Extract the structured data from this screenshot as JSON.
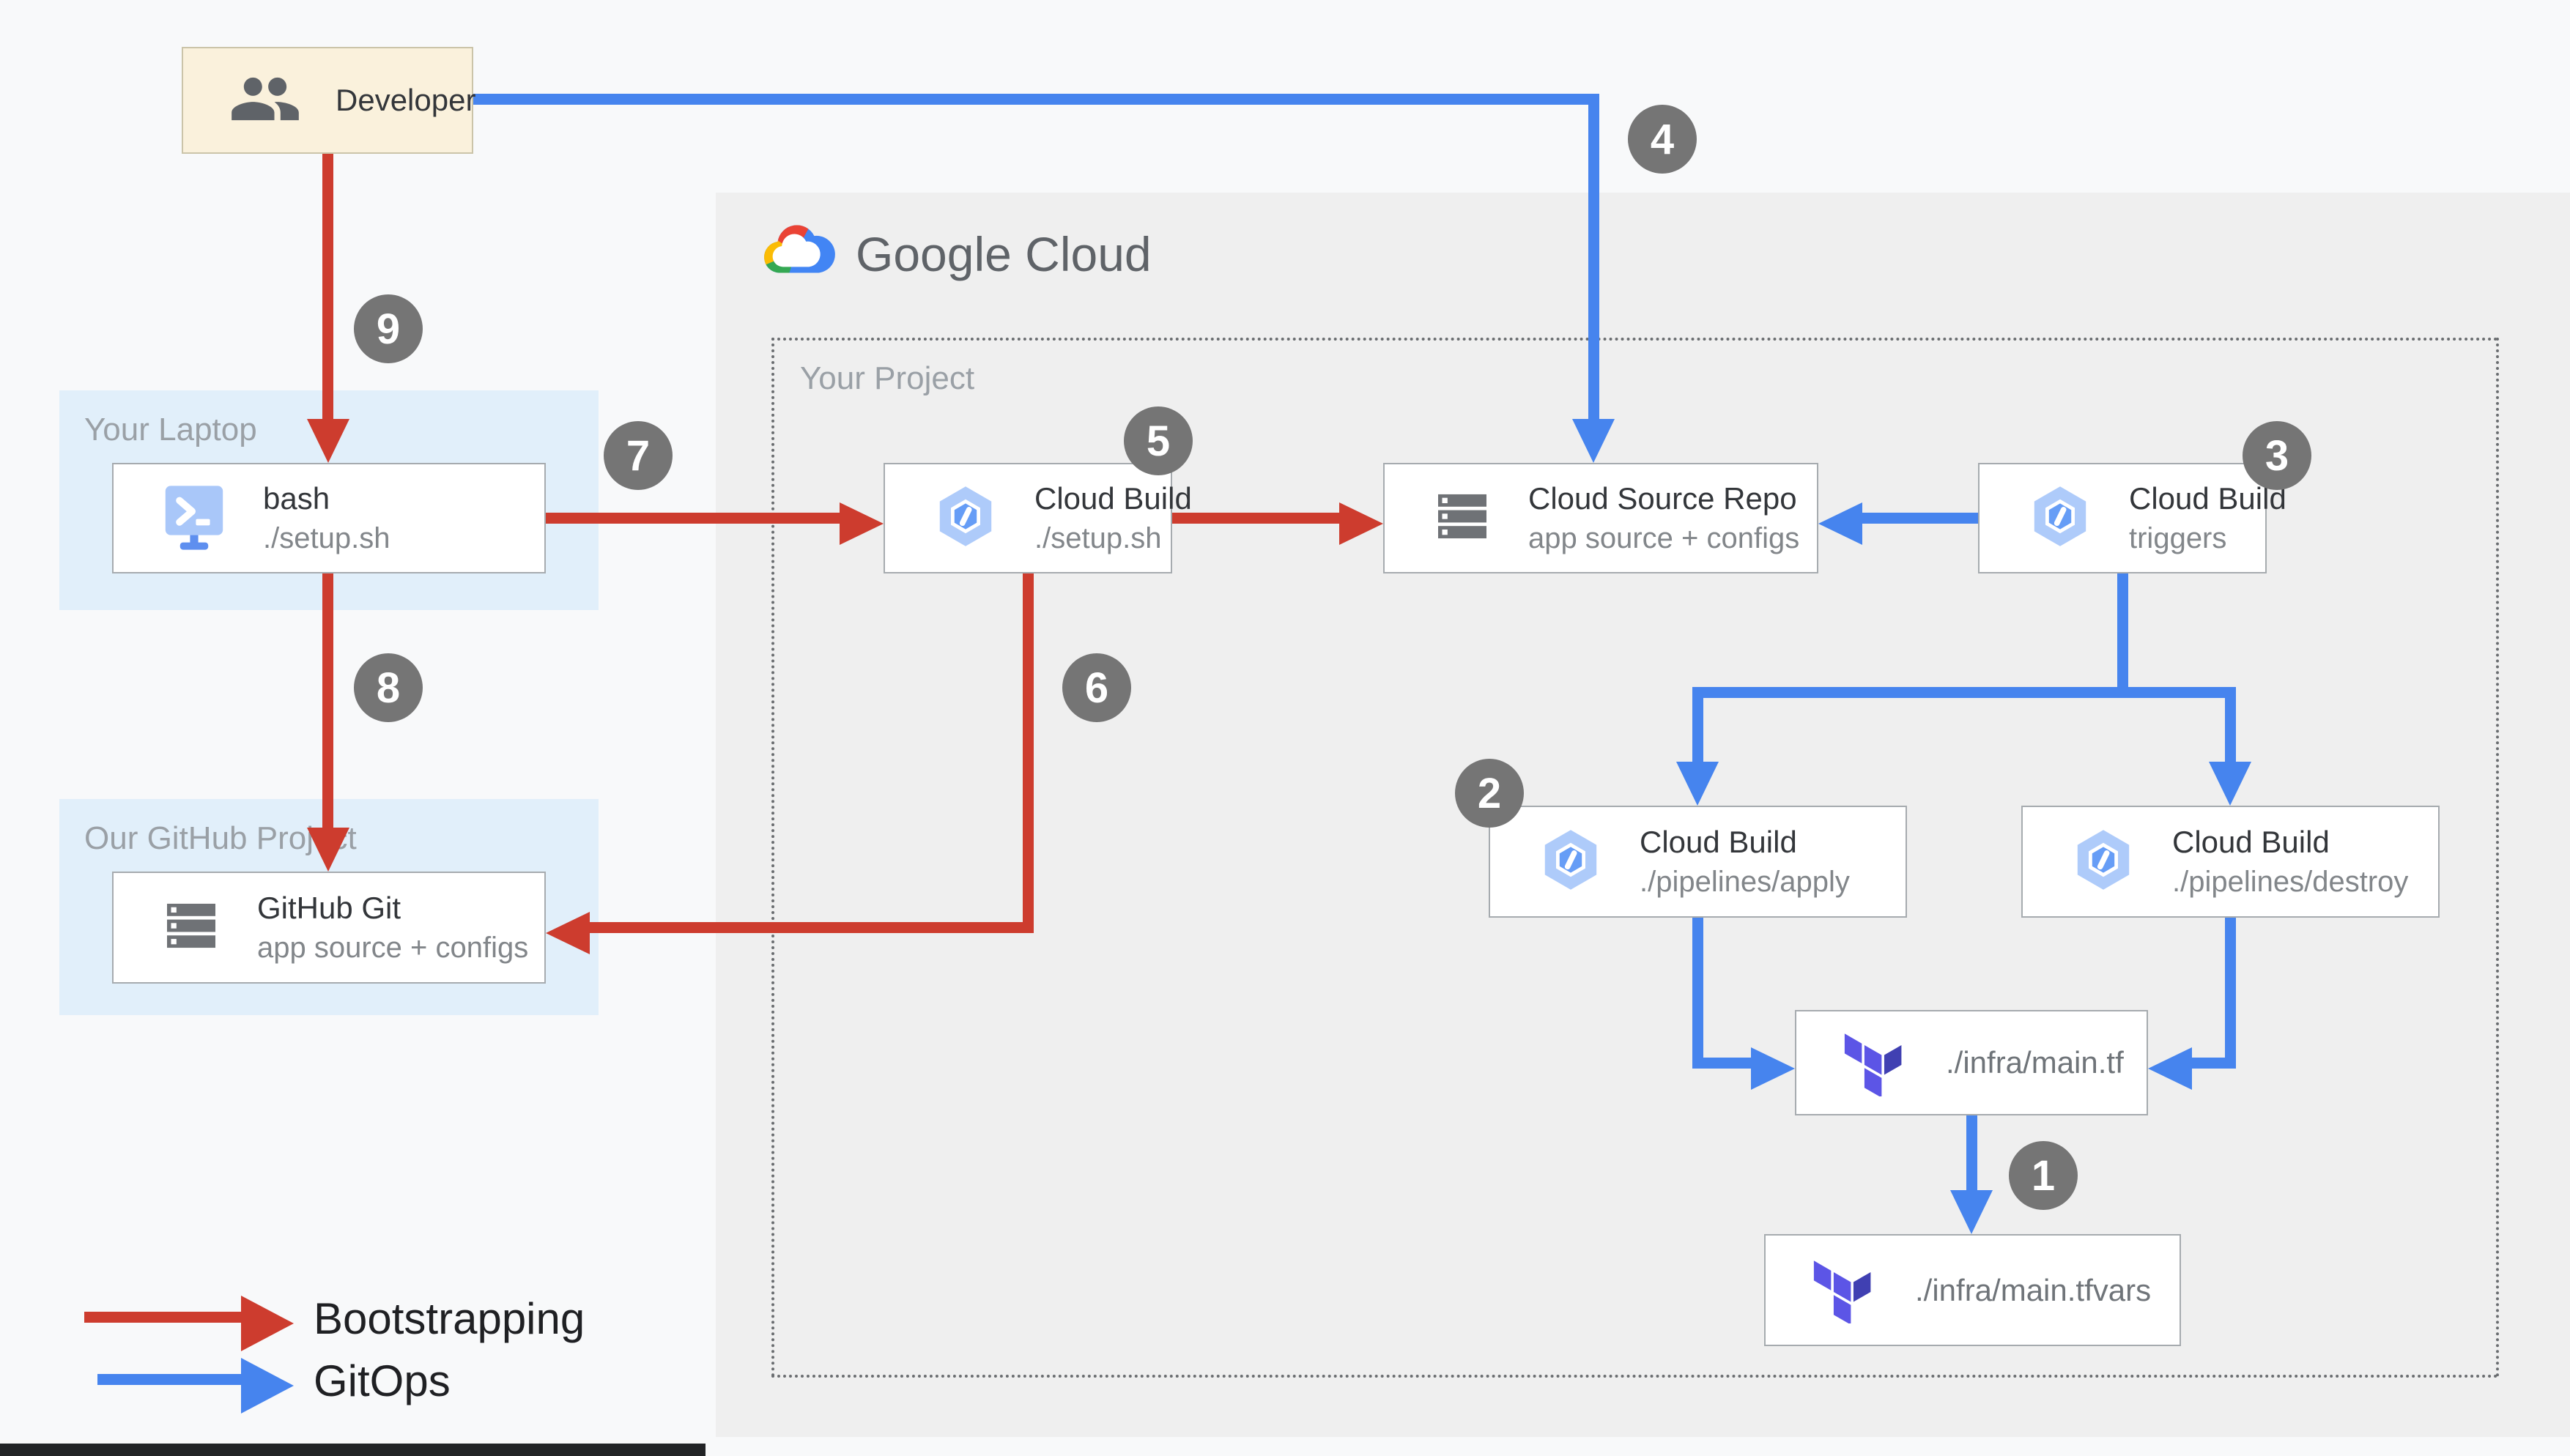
{
  "colors": {
    "bootstrapping": "#CD3C2E",
    "gitops": "#4684EE",
    "badge": "#757575",
    "blue_panel": "#E1EFFA",
    "gray_panel": "#EFEFEF",
    "page_bg": "#F8F9FA"
  },
  "logo": {
    "wordmark": "Google Cloud"
  },
  "panels": {
    "laptop": {
      "label": "Your Laptop"
    },
    "github": {
      "label": "Our GitHub Project"
    },
    "project": {
      "label": "Your Project"
    }
  },
  "nodes": {
    "developer": {
      "title": "Developer",
      "icon": "people-icon"
    },
    "bash": {
      "title": "bash",
      "subtitle": "./setup.sh",
      "icon": "terminal-icon"
    },
    "github_git": {
      "title": "GitHub Git",
      "subtitle": "app source + configs",
      "icon": "repo-icon"
    },
    "cb_setup": {
      "title": "Cloud Build",
      "subtitle": "./setup.sh",
      "icon": "cloud-build-icon"
    },
    "csr": {
      "title": "Cloud Source Repo",
      "subtitle": "app source + configs",
      "icon": "repo-icon"
    },
    "cb_triggers": {
      "title": "Cloud Build",
      "subtitle": "triggers",
      "icon": "cloud-build-icon"
    },
    "cb_apply": {
      "title": "Cloud Build",
      "subtitle": "./pipelines/apply",
      "icon": "cloud-build-icon"
    },
    "cb_destroy": {
      "title": "Cloud Build",
      "subtitle": "./pipelines/destroy",
      "icon": "cloud-build-icon"
    },
    "main_tf": {
      "title": "./infra/main.tf",
      "icon": "terraform-icon"
    },
    "main_tfvars": {
      "title": "./infra/main.tfvars",
      "icon": "terraform-icon"
    }
  },
  "badges": {
    "b1": "1",
    "b2": "2",
    "b3": "3",
    "b4": "4",
    "b5": "5",
    "b6": "6",
    "b7": "7",
    "b8": "8",
    "b9": "9"
  },
  "legend": {
    "bootstrapping": "Bootstrapping",
    "gitops": "GitOps"
  }
}
